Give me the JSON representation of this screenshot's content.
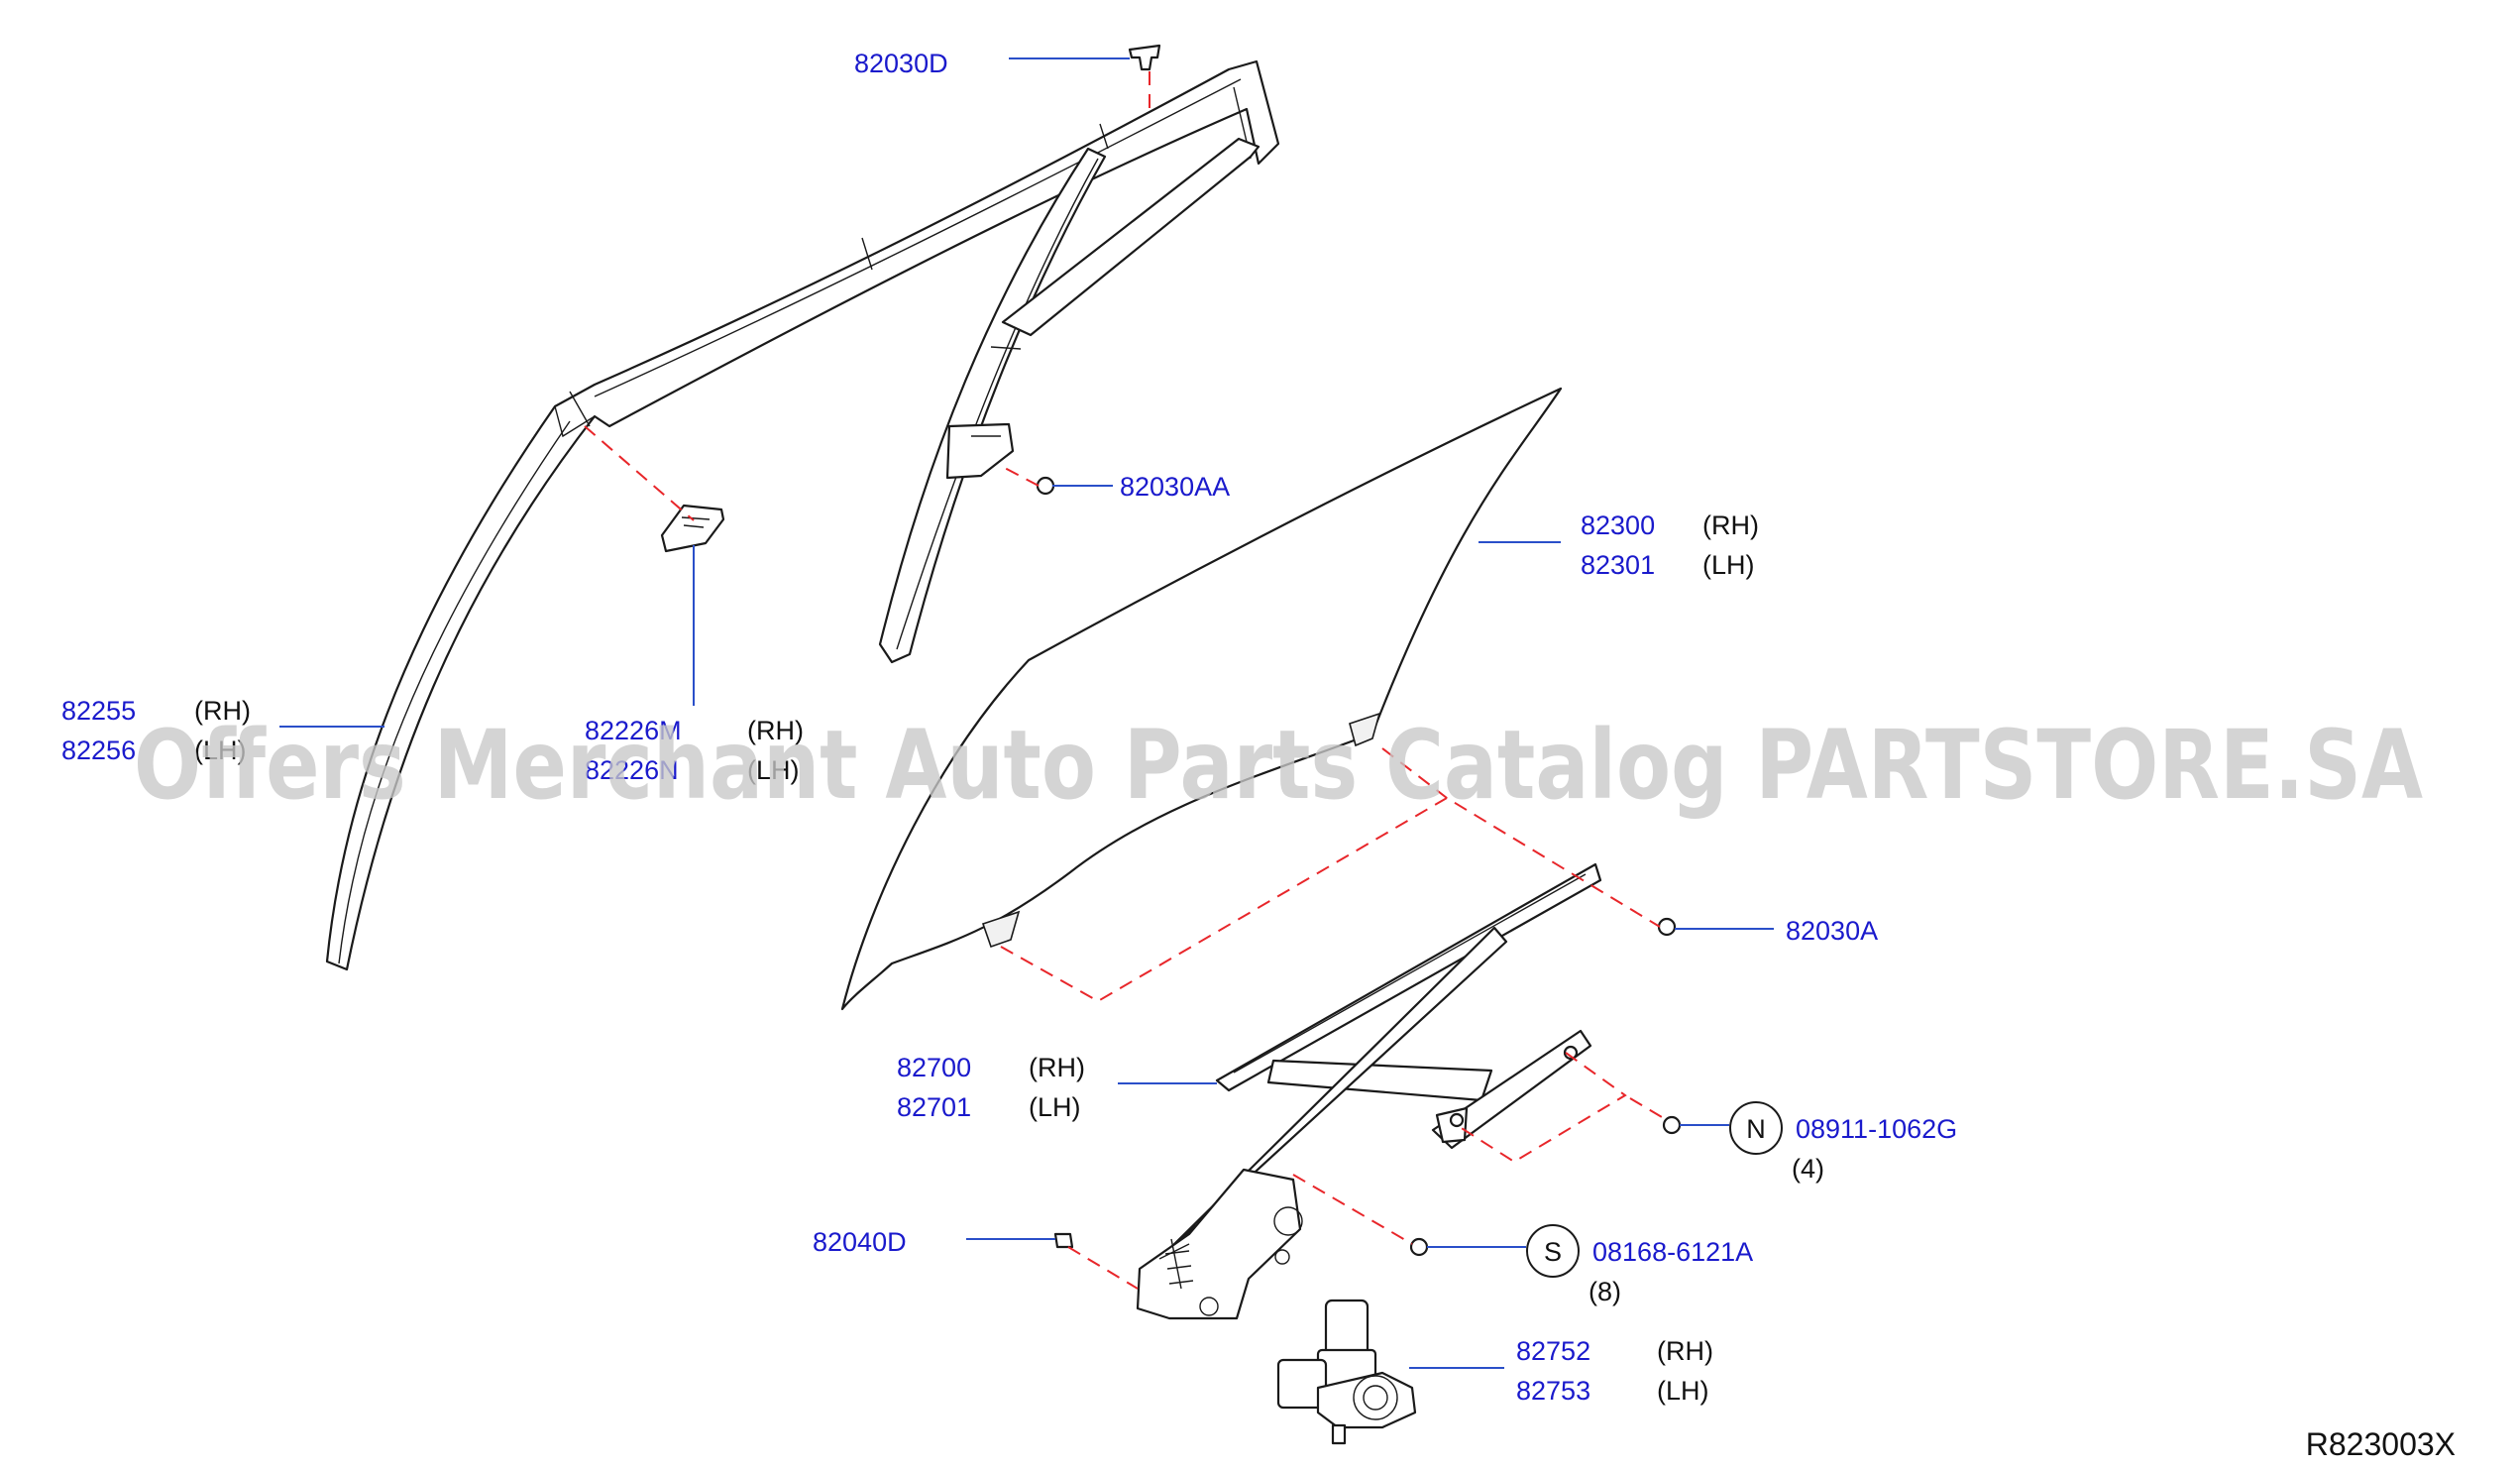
{
  "diagram": {
    "reference_code": "R823003X",
    "watermark": "Offers Merchant Auto Parts Catalog PARTSTORE.SA",
    "callouts": [
      {
        "id": "c1",
        "part": "82030D"
      },
      {
        "id": "c2",
        "part": "82030AA"
      },
      {
        "id": "c3",
        "part": "82300",
        "side": "(RH)"
      },
      {
        "id": "c4",
        "part": "82301",
        "side": "(LH)"
      },
      {
        "id": "c5",
        "part": "82255",
        "side": "(RH)"
      },
      {
        "id": "c6",
        "part": "82256",
        "side": "(LH)"
      },
      {
        "id": "c7",
        "part": "82226M",
        "side": "(RH)"
      },
      {
        "id": "c8",
        "part": "82226N",
        "side": "(LH)"
      },
      {
        "id": "c9",
        "part": "82030A"
      },
      {
        "id": "c10",
        "part": "82700",
        "side": "(RH)"
      },
      {
        "id": "c11",
        "part": "82701",
        "side": "(LH)"
      },
      {
        "id": "c12",
        "badge": "N",
        "part": "08911-1062G",
        "qty": "(4)"
      },
      {
        "id": "c13",
        "part": "82040D"
      },
      {
        "id": "c14",
        "badge": "S",
        "part": "08168-6121A",
        "qty": "(8)"
      },
      {
        "id": "c15",
        "part": "82752",
        "side": "(RH)"
      },
      {
        "id": "c16",
        "part": "82753",
        "side": "(LH)"
      }
    ]
  }
}
